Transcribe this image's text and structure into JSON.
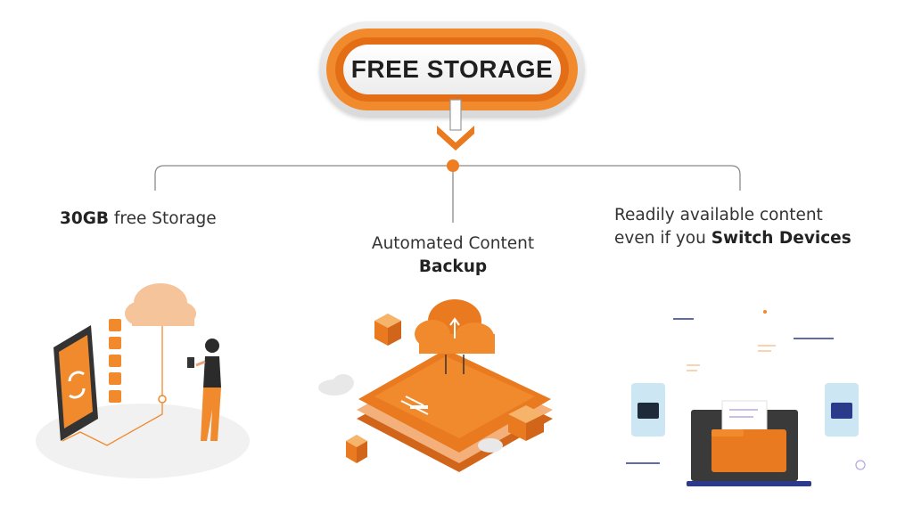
{
  "title": "FREE STORAGE",
  "features": [
    {
      "bold": "30GB",
      "text": " free Storage"
    },
    {
      "line1": "Automated Content",
      "bold": "Backup"
    },
    {
      "line1": "Readily available content",
      "line2_prefix": "even if you ",
      "bold": "Switch Devices"
    }
  ],
  "colors": {
    "accent": "#f08a2c",
    "accent_dark": "#e36e16",
    "line": "#8a8a8a",
    "text": "#2e2e2e"
  },
  "icons": [
    "phone-sync-icon",
    "cloud-icon",
    "cloud-server-icon",
    "laptop-folder-icon",
    "tablet-folder-icon"
  ]
}
